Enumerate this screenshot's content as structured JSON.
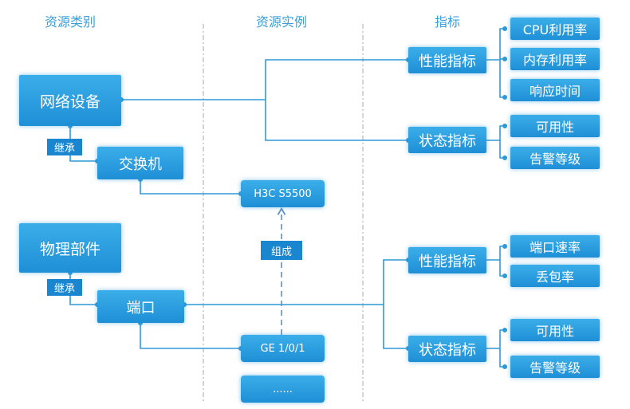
{
  "headers": {
    "category": "资源类别",
    "instance": "资源实例",
    "metric": "指标"
  },
  "groups": {
    "network": {
      "category": "网络设备",
      "inherit_label": "继承",
      "subtype": "交换机",
      "instance": "H3C S5500",
      "perf": {
        "label": "性能指标",
        "items": [
          "CPU利用率",
          "内存利用率",
          "响应时间"
        ]
      },
      "state": {
        "label": "状态指标",
        "items": [
          "可用性",
          "告警等级"
        ]
      }
    },
    "physical": {
      "category": "物理部件",
      "inherit_label": "继承",
      "subtype": "端口",
      "instance": "GE 1/0/1",
      "more": "......",
      "perf": {
        "label": "性能指标",
        "items": [
          "端口速率",
          "丢包率"
        ]
      },
      "state": {
        "label": "状态指标",
        "items": [
          "可用性",
          "告警等级"
        ]
      }
    }
  },
  "compose_label": "组成",
  "colors": {
    "line": "#2e9ad8",
    "box": "#2a9de0",
    "tag": "#1a86d0",
    "divider": "#aaaaaa"
  }
}
